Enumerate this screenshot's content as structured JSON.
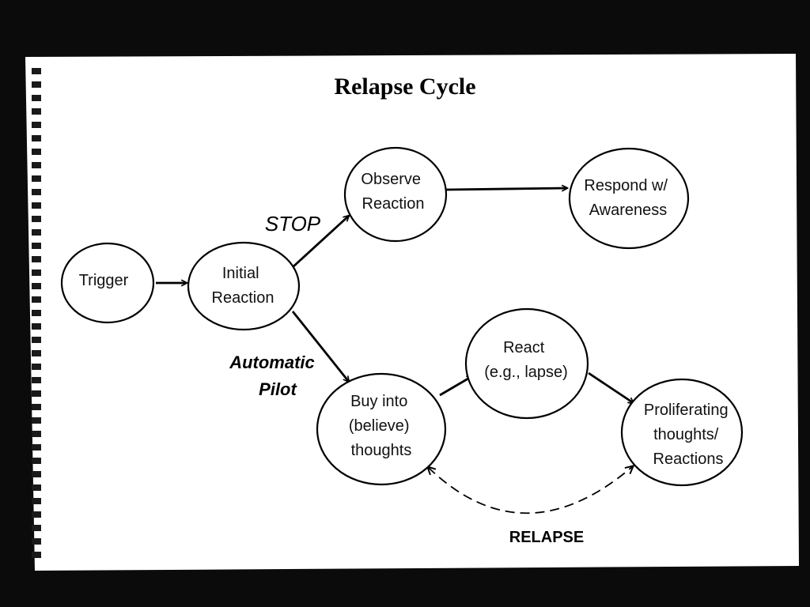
{
  "title": "Relapse Cycle",
  "nodes": {
    "trigger": {
      "lines": [
        "Trigger"
      ]
    },
    "initial": {
      "lines": [
        "Initial",
        "Reaction"
      ]
    },
    "observe": {
      "lines": [
        "Observe",
        "Reaction"
      ]
    },
    "respond": {
      "lines": [
        "Respond w/",
        "Awareness"
      ]
    },
    "buy": {
      "lines": [
        "Buy into",
        "(believe)",
        "thoughts"
      ]
    },
    "react": {
      "lines": [
        "React",
        "(e.g., lapse)"
      ]
    },
    "prolif": {
      "lines": [
        "Proliferating",
        "thoughts/",
        "Reactions"
      ]
    }
  },
  "labels": {
    "stop": "STOP",
    "automatic": "Automatic",
    "pilot": "Pilot",
    "relapse": "RELAPSE"
  },
  "edges": [
    {
      "from": "Trigger",
      "to": "Initial Reaction",
      "style": "solid"
    },
    {
      "from": "Initial Reaction",
      "to": "Observe Reaction",
      "style": "solid"
    },
    {
      "from": "Observe Reaction",
      "to": "Respond w/ Awareness",
      "style": "solid"
    },
    {
      "from": "Initial Reaction",
      "to": "Buy into (believe) thoughts",
      "style": "solid"
    },
    {
      "from": "Buy into (believe) thoughts",
      "to": "React (e.g., lapse)",
      "style": "solid"
    },
    {
      "from": "React (e.g., lapse)",
      "to": "Proliferating thoughts/ Reactions",
      "style": "solid"
    },
    {
      "from": "Proliferating thoughts/ Reactions",
      "to": "Buy into (believe) thoughts",
      "style": "dashed-bidirectional"
    }
  ]
}
